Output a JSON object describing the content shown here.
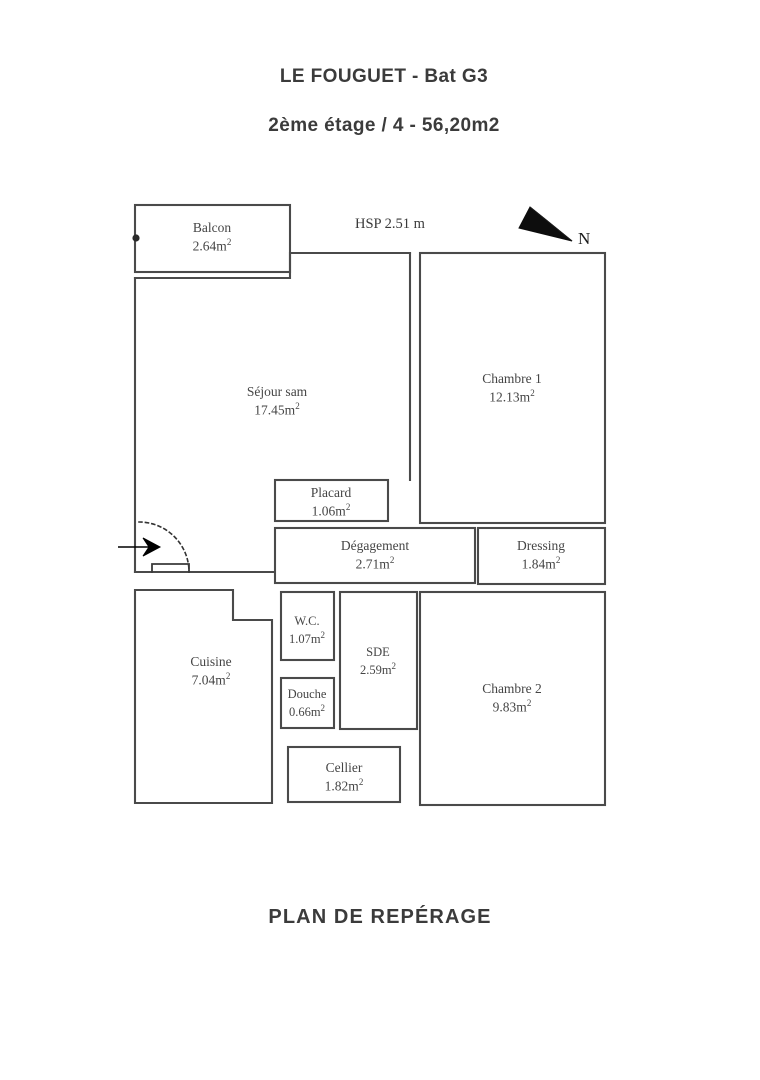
{
  "header": {
    "line1": "LE FOUGUET  - Bat G3",
    "line2": "2ème étage / 4  -  56,20m2"
  },
  "footer": {
    "title": "PLAN DE REPÉRAGE"
  },
  "annotations": {
    "ceiling_height": "HSP 2.51 m",
    "north_label": "N"
  },
  "colors": {
    "wall": "#4a4a4a",
    "text": "#454545",
    "title": "#3b3b3b",
    "arrow": "#000000"
  },
  "rooms": [
    {
      "name": "Balcon",
      "area": "2.64m",
      "unit": "2"
    },
    {
      "name": "Séjour sam",
      "area": "17.45m",
      "unit": "2"
    },
    {
      "name": "Chambre 1",
      "area": "12.13m",
      "unit": "2"
    },
    {
      "name": "Placard",
      "area": "1.06m",
      "unit": "2"
    },
    {
      "name": "Dégagement",
      "area": "2.71m",
      "unit": "2"
    },
    {
      "name": "Dressing",
      "area": "1.84m",
      "unit": "2"
    },
    {
      "name": "Cuisine",
      "area": "7.04m",
      "unit": "2"
    },
    {
      "name": "W.C.",
      "area": "1.07m",
      "unit": "2"
    },
    {
      "name": "SDE",
      "area": "2.59m",
      "unit": "2"
    },
    {
      "name": "Douche",
      "area": "0.66m",
      "unit": "2"
    },
    {
      "name": "Chambre 2",
      "area": "9.83m",
      "unit": "2"
    },
    {
      "name": "Cellier",
      "area": "1.82m",
      "unit": "2"
    }
  ]
}
